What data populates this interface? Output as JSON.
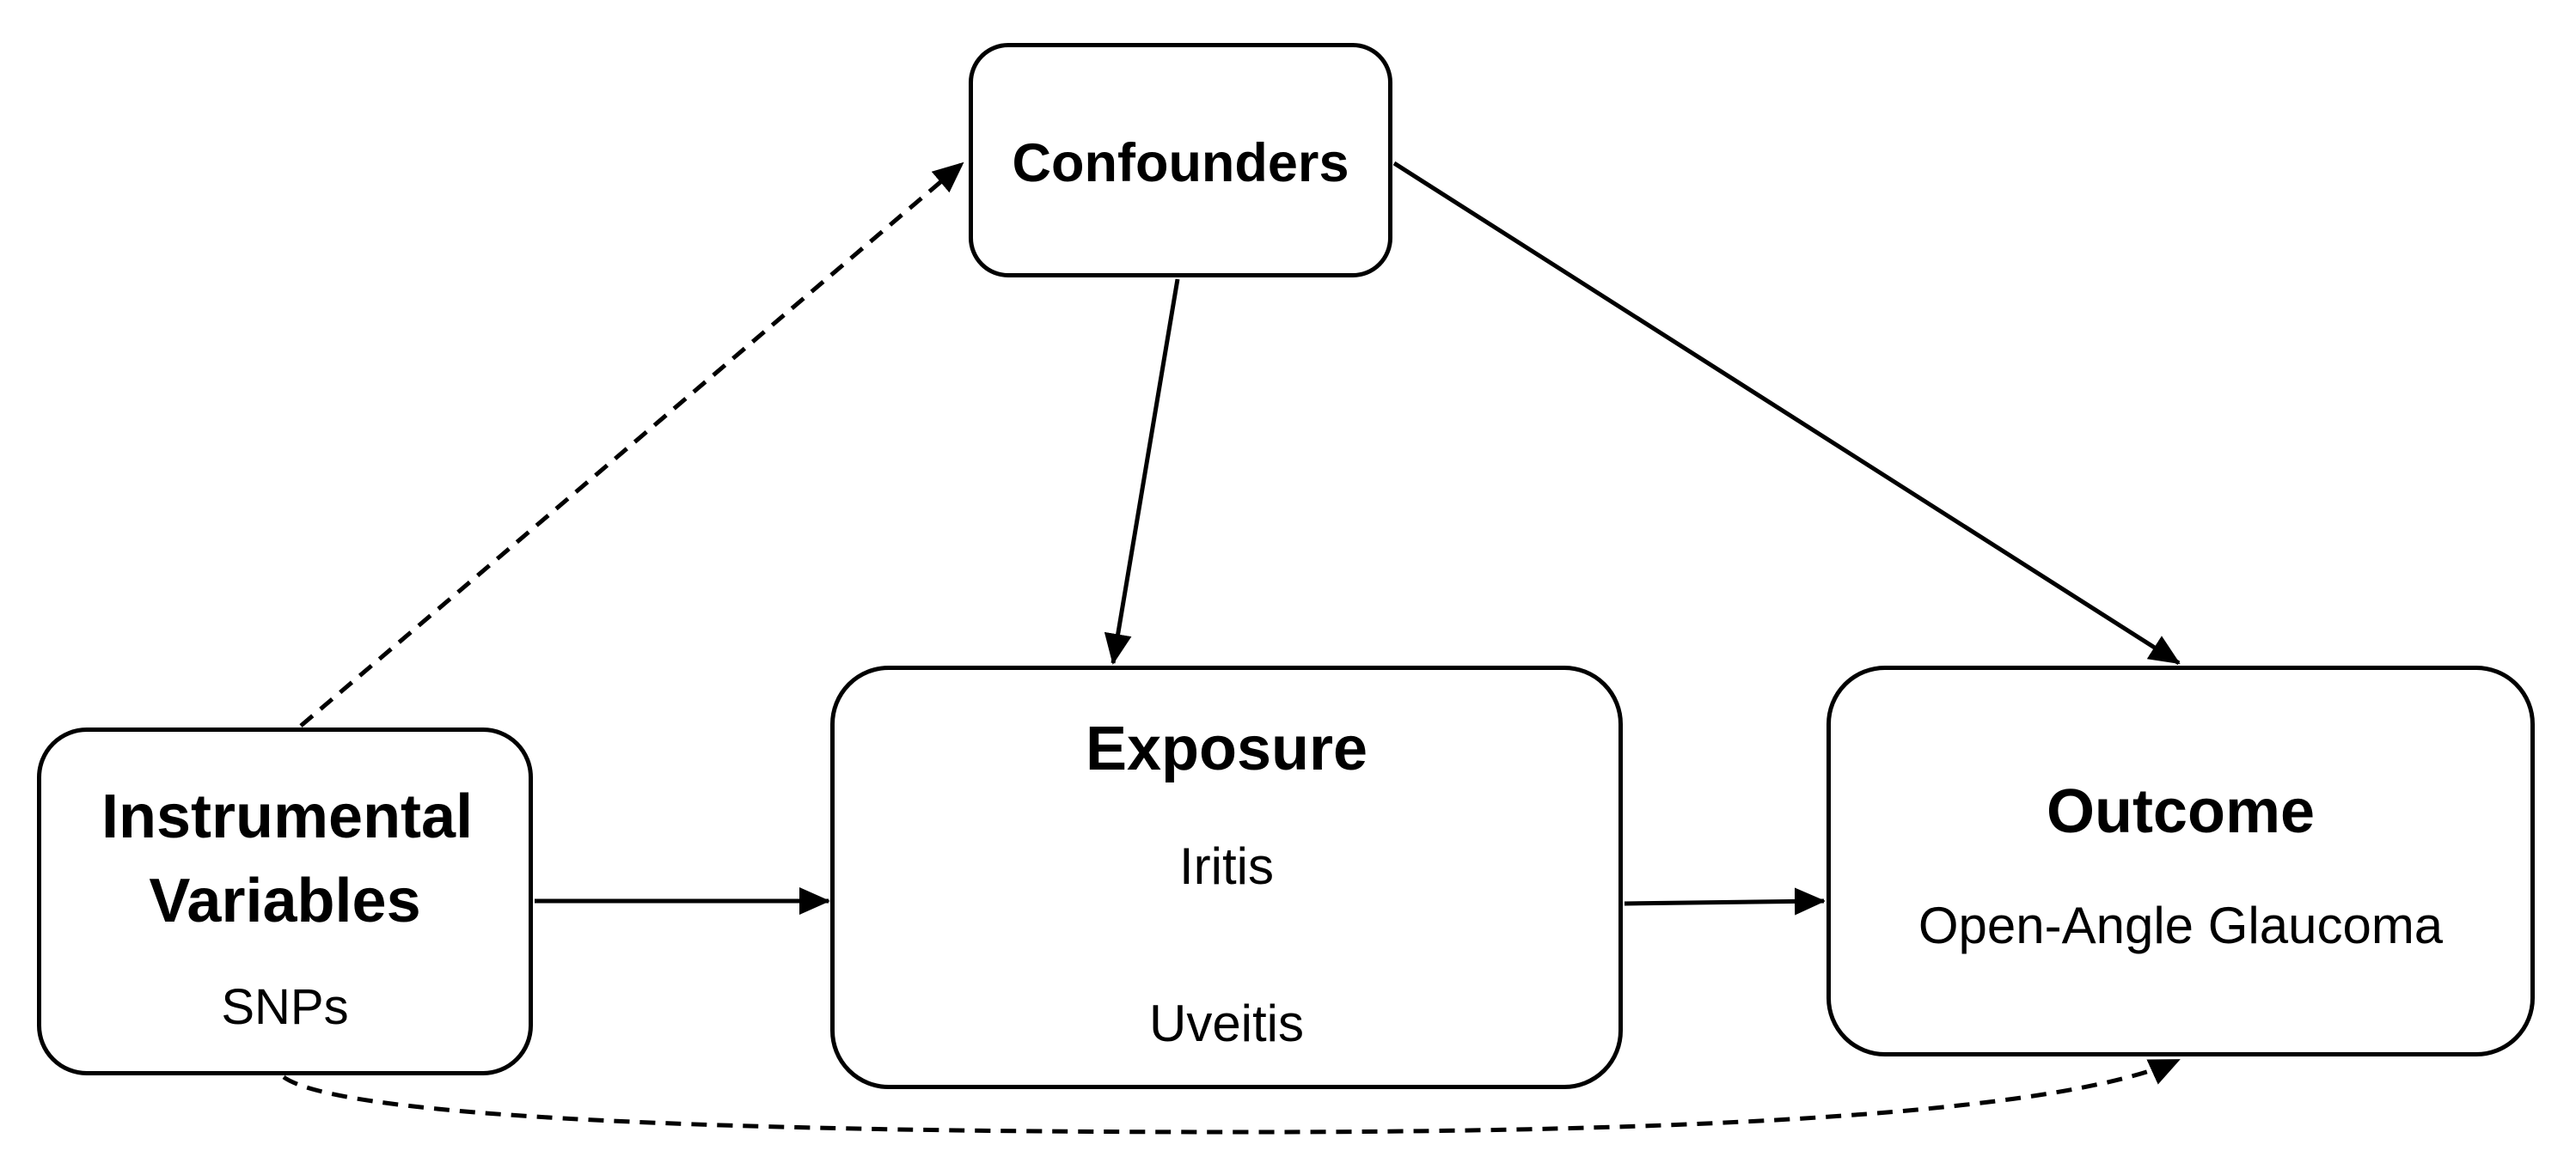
{
  "diagram": {
    "nodes": {
      "confounders": {
        "title": "Confounders"
      },
      "instrumental_variables": {
        "title": "Instrumental Variables",
        "subtitle": "SNPs"
      },
      "exposure": {
        "title": "Exposure",
        "items": [
          "Iritis",
          "Uveitis"
        ]
      },
      "outcome": {
        "title": "Outcome",
        "subtitle": "Open-Angle Glaucoma"
      }
    },
    "edges": [
      {
        "from": "instrumental_variables",
        "to": "confounders",
        "style": "dashed"
      },
      {
        "from": "confounders",
        "to": "exposure",
        "style": "solid"
      },
      {
        "from": "confounders",
        "to": "outcome",
        "style": "solid"
      },
      {
        "from": "instrumental_variables",
        "to": "exposure",
        "style": "solid"
      },
      {
        "from": "exposure",
        "to": "outcome",
        "style": "solid"
      },
      {
        "from": "instrumental_variables",
        "to": "outcome",
        "style": "dashed"
      }
    ],
    "colors": {
      "stroke": "#000000",
      "background": "#ffffff"
    }
  }
}
